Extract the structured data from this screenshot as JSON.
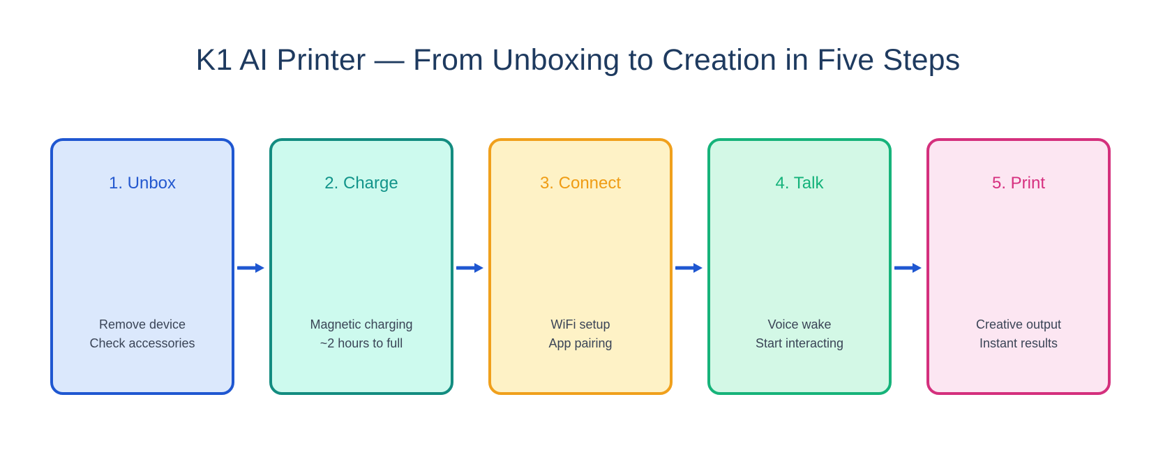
{
  "title": "K1 AI Printer — From Unboxing to Creation in Five Steps",
  "steps": [
    {
      "title": "1. Unbox",
      "lines": [
        "Remove device",
        "Check accessories"
      ],
      "border_color": "#1f57d1",
      "fill_color": "#dbe8fc",
      "title_color": "#2358cf"
    },
    {
      "title": "2. Charge",
      "lines": [
        "Magnetic charging",
        "~2 hours to full"
      ],
      "border_color": "#138c80",
      "fill_color": "#cdfaee",
      "title_color": "#12948a"
    },
    {
      "title": "3. Connect",
      "lines": [
        "WiFi setup",
        "App pairing"
      ],
      "border_color": "#f0a01c",
      "fill_color": "#fef2c6",
      "title_color": "#ef9c14"
    },
    {
      "title": "4. Talk",
      "lines": [
        "Voice wake",
        "Start interacting"
      ],
      "border_color": "#16b37a",
      "fill_color": "#d3f8e6",
      "title_color": "#14b27a"
    },
    {
      "title": "5. Print",
      "lines": [
        "Creative output",
        "Instant results"
      ],
      "border_color": "#d4307d",
      "fill_color": "#fce6f2",
      "title_color": "#d62f7f"
    }
  ],
  "arrow_color": "#1f57d1"
}
